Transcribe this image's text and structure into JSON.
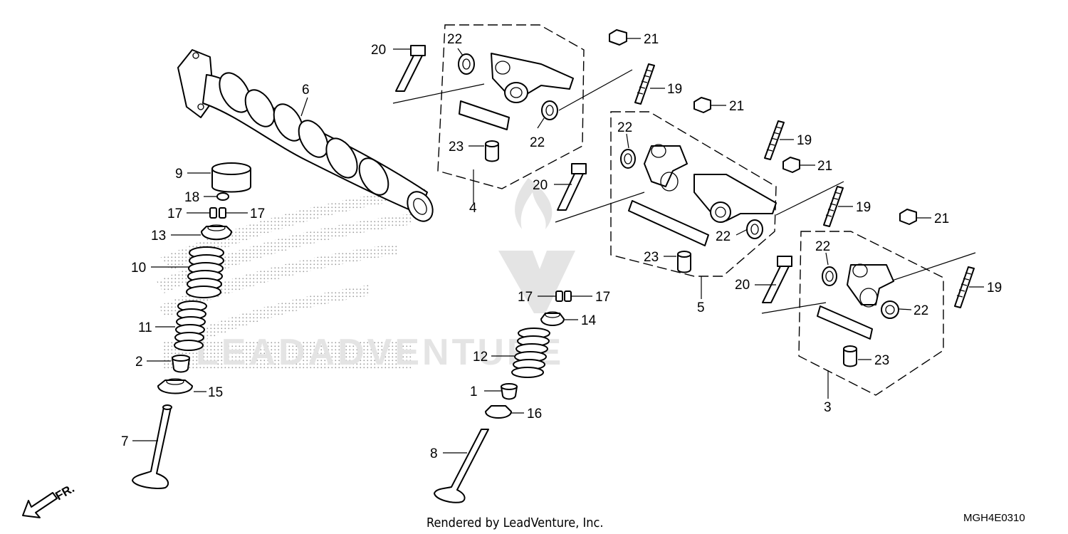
{
  "diagram": {
    "callouts": [
      {
        "id": "c1",
        "label": "1"
      },
      {
        "id": "c2",
        "label": "2"
      },
      {
        "id": "c3",
        "label": "3"
      },
      {
        "id": "c4",
        "label": "4"
      },
      {
        "id": "c5",
        "label": "5"
      },
      {
        "id": "c6",
        "label": "6"
      },
      {
        "id": "c7",
        "label": "7"
      },
      {
        "id": "c8",
        "label": "8"
      },
      {
        "id": "c9",
        "label": "9"
      },
      {
        "id": "c10",
        "label": "10"
      },
      {
        "id": "c11",
        "label": "11"
      },
      {
        "id": "c12",
        "label": "12"
      },
      {
        "id": "c13",
        "label": "13"
      },
      {
        "id": "c14",
        "label": "14"
      },
      {
        "id": "c15",
        "label": "15"
      },
      {
        "id": "c16",
        "label": "16"
      },
      {
        "id": "c17a",
        "label": "17"
      },
      {
        "id": "c17b",
        "label": "17"
      },
      {
        "id": "c17c",
        "label": "17"
      },
      {
        "id": "c17d",
        "label": "17"
      },
      {
        "id": "c18",
        "label": "18"
      },
      {
        "id": "c19a",
        "label": "19"
      },
      {
        "id": "c19b",
        "label": "19"
      },
      {
        "id": "c19c",
        "label": "19"
      },
      {
        "id": "c19d",
        "label": "19"
      },
      {
        "id": "c20a",
        "label": "20"
      },
      {
        "id": "c20b",
        "label": "20"
      },
      {
        "id": "c20c",
        "label": "20"
      },
      {
        "id": "c21a",
        "label": "21"
      },
      {
        "id": "c21b",
        "label": "21"
      },
      {
        "id": "c21c",
        "label": "21"
      },
      {
        "id": "c21d",
        "label": "21"
      },
      {
        "id": "c22a",
        "label": "22"
      },
      {
        "id": "c22b",
        "label": "22"
      },
      {
        "id": "c22c",
        "label": "22"
      },
      {
        "id": "c22d",
        "label": "22"
      },
      {
        "id": "c22e",
        "label": "22"
      },
      {
        "id": "c22f",
        "label": "22"
      },
      {
        "id": "c23a",
        "label": "23"
      },
      {
        "id": "c23b",
        "label": "23"
      },
      {
        "id": "c23c",
        "label": "23"
      }
    ],
    "watermark_text": "LEADADVENTURE",
    "direction_label": "FR.",
    "footer_text": "Rendered by LeadVenture, Inc.",
    "diagram_code": "MGH4E0310"
  }
}
